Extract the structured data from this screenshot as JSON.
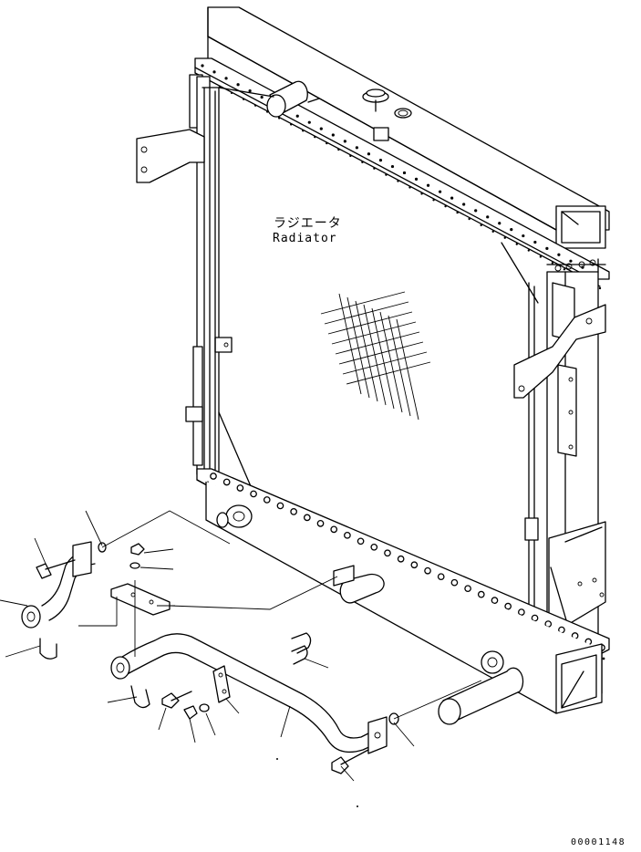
{
  "diagram": {
    "component_label_jp": "ラジエータ",
    "component_label_en": "Radiator",
    "drawing_number": "00001148"
  }
}
